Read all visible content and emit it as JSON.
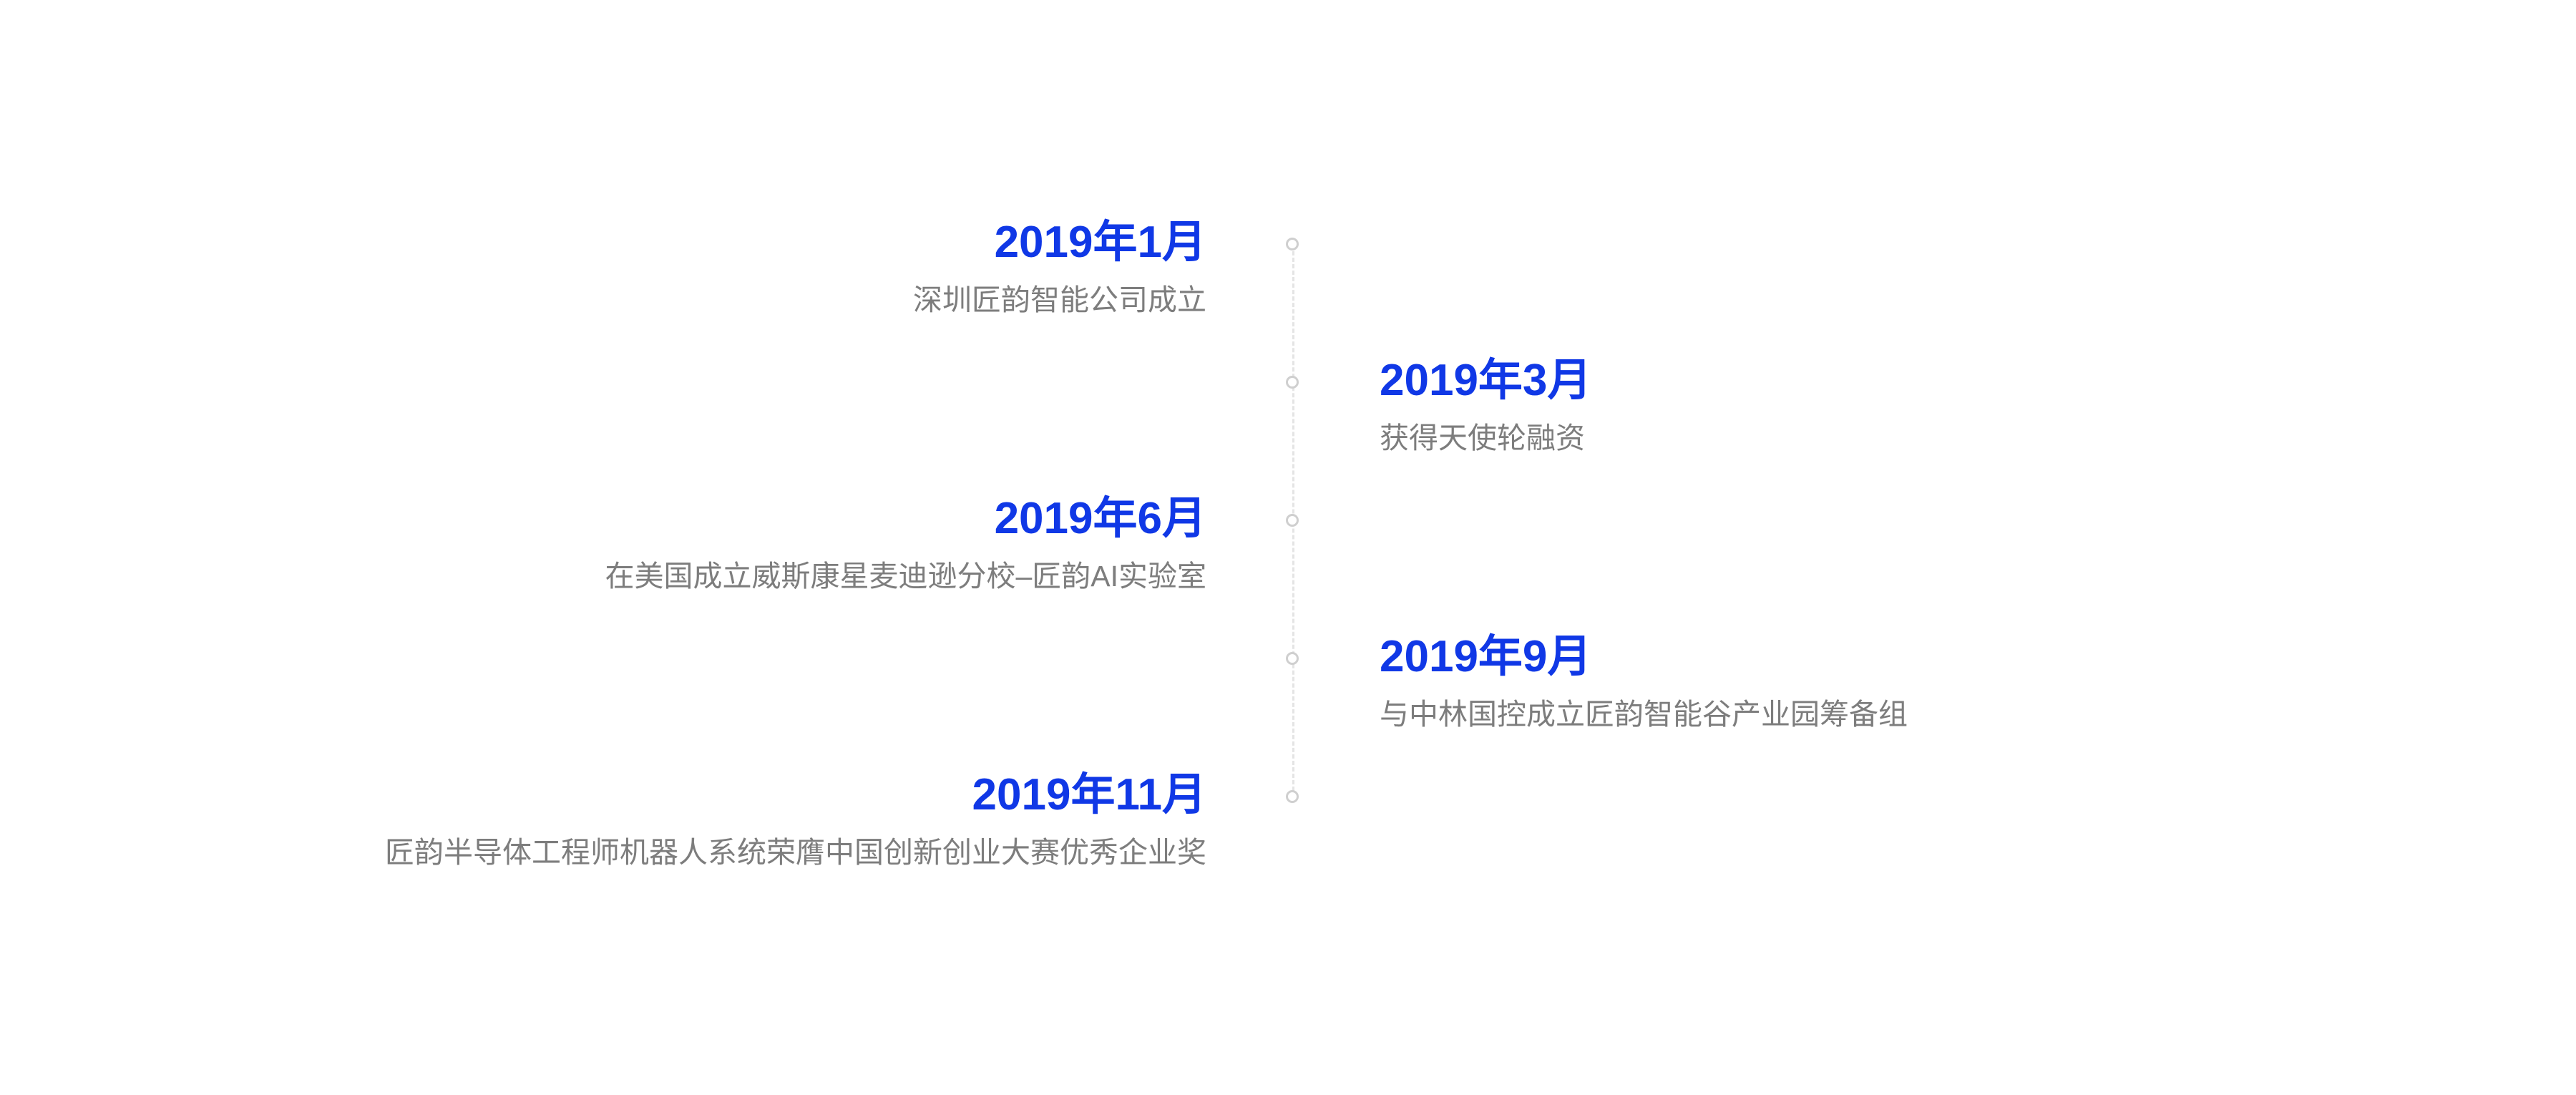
{
  "timeline": {
    "events": [
      {
        "date": "2019年1月",
        "description": "深圳匠韵智能公司成立",
        "side": "left"
      },
      {
        "date": "2019年3月",
        "description": "获得天使轮融资",
        "side": "right"
      },
      {
        "date": "2019年6月",
        "description": "在美国成立威斯康星麦迪逊分校–匠韵AI实验室",
        "side": "left"
      },
      {
        "date": "2019年9月",
        "description": "与中林国控成立匠韵智能谷产业园筹备组",
        "side": "right"
      },
      {
        "date": "2019年11月",
        "description": "匠韵半导体工程师机器人系统荣膺中国创新创业大赛优秀企业奖",
        "side": "left"
      }
    ]
  },
  "colors": {
    "date": "#1038e6",
    "description": "#7d7d7d",
    "node_border": "#cfcfcf",
    "axis": "#e4e4e4"
  }
}
